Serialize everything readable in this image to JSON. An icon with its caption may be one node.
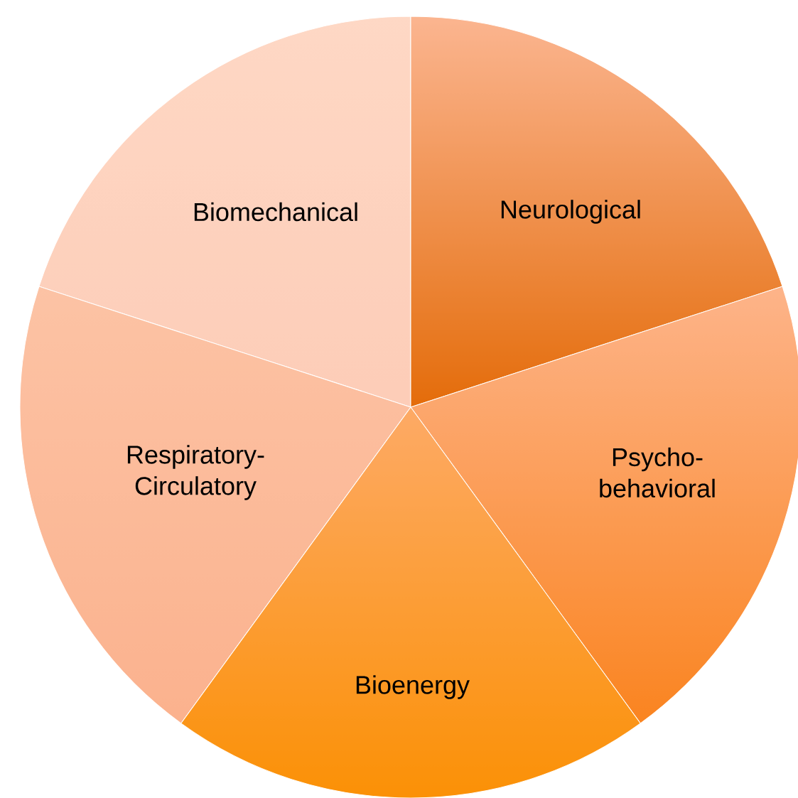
{
  "diagram": {
    "nodes": [
      {
        "text": [
          "Biomechanical"
        ]
      },
      {
        "text": [
          "Neurological"
        ]
      },
      {
        "text": [
          "Respiratory-Circulatory"
        ]
      },
      {
        "text": [
          "Psycho-behavioral"
        ]
      },
      {
        "text": [
          "Bioenergy"
        ]
      }
    ]
  }
}
